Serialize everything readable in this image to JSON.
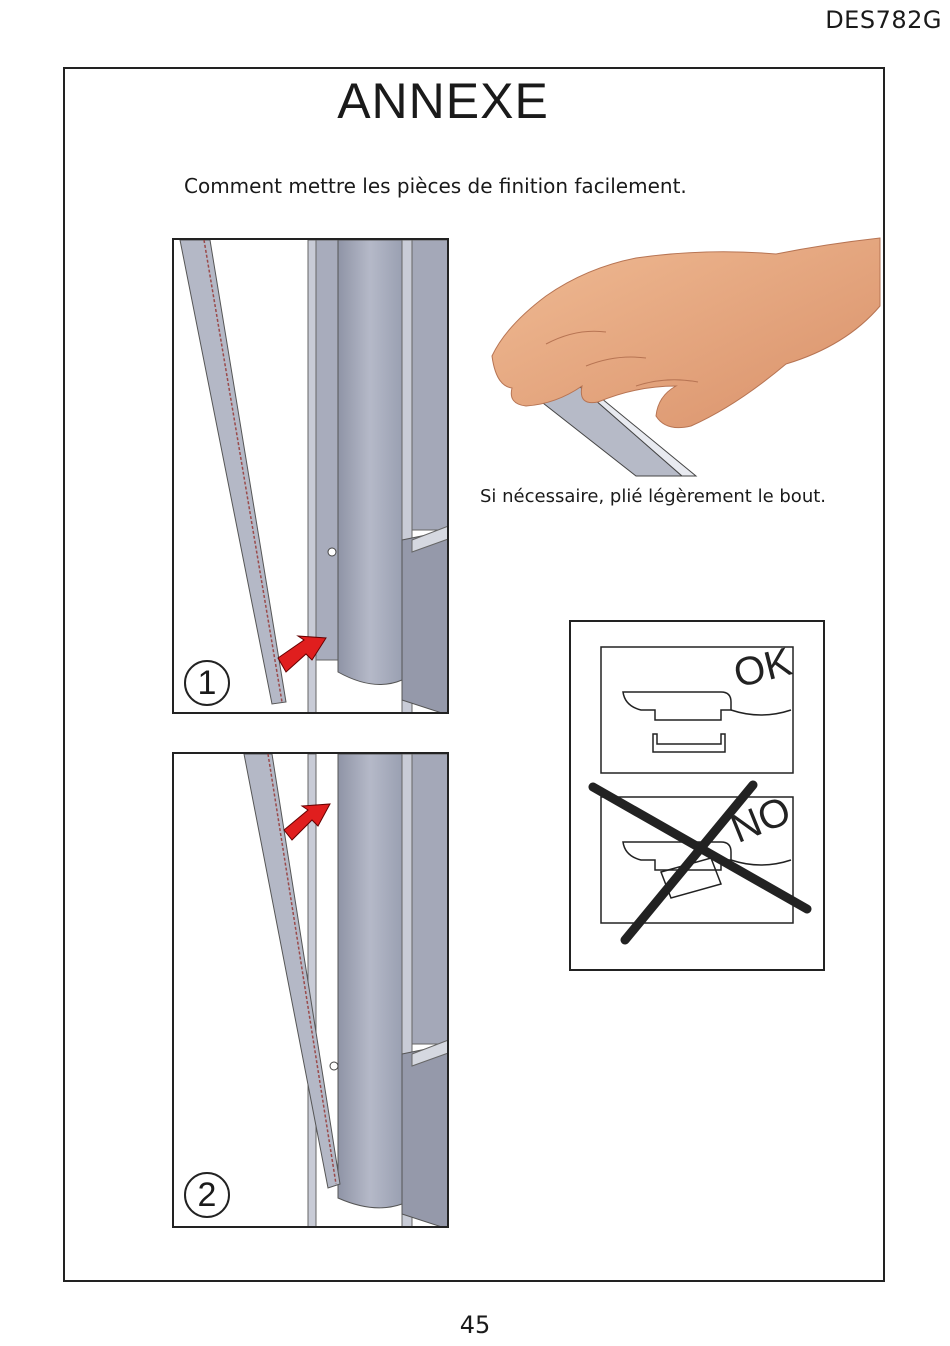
{
  "header": {
    "doc_code": "DES782G"
  },
  "section": {
    "title": "ANNEXE",
    "subtitle": "Comment mettre les pièces de finition facilement."
  },
  "steps": [
    {
      "number": "1"
    },
    {
      "number": "2"
    }
  ],
  "hand_illustration": {
    "caption": "Si nécessaire, plié légèrement le bout."
  },
  "profile_comparison": {
    "ok_label": "OK",
    "no_label": "NO"
  },
  "footer": {
    "page_number": "45"
  },
  "colors": {
    "arrow": "#e01e1e",
    "metal": "#a9adbd",
    "skin": "#e6a880"
  }
}
